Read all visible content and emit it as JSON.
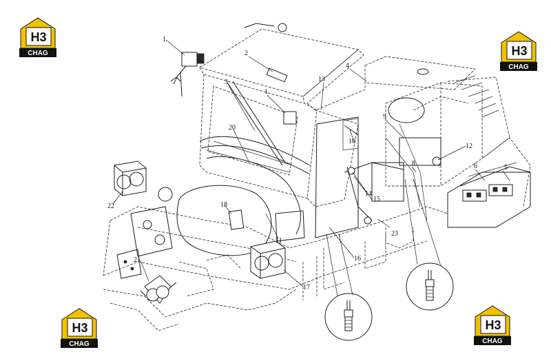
{
  "brand": {
    "mark": "H3",
    "name": "CHAG",
    "colors": {
      "yellow": "#f2c200",
      "black": "#111111",
      "white": "#ffffff"
    }
  },
  "callouts": [
    {
      "id": "c1a",
      "label": "1"
    },
    {
      "id": "c1b",
      "label": "1"
    },
    {
      "id": "c2",
      "label": "2"
    },
    {
      "id": "c3",
      "label": "3"
    },
    {
      "id": "c4",
      "label": "4"
    },
    {
      "id": "c5",
      "label": "5"
    },
    {
      "id": "c6",
      "label": "6"
    },
    {
      "id": "c8",
      "label": "8"
    },
    {
      "id": "c9",
      "label": "9"
    },
    {
      "id": "c10",
      "label": "10"
    },
    {
      "id": "c11",
      "label": "11"
    },
    {
      "id": "c12",
      "label": "12"
    },
    {
      "id": "c13",
      "label": "13"
    },
    {
      "id": "c14",
      "label": "14"
    },
    {
      "id": "c15",
      "label": "15"
    },
    {
      "id": "c16",
      "label": "16"
    },
    {
      "id": "c17",
      "label": "17"
    },
    {
      "id": "c18",
      "label": "18"
    },
    {
      "id": "c20",
      "label": "20"
    },
    {
      "id": "c21",
      "label": "21"
    },
    {
      "id": "c22",
      "label": "22"
    },
    {
      "id": "c23",
      "label": "23"
    }
  ]
}
